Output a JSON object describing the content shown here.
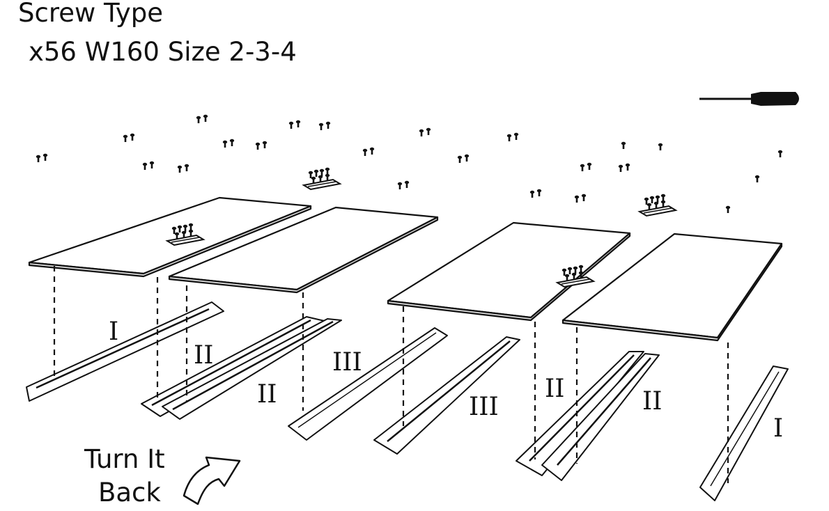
{
  "header": {
    "title": "Screw Type",
    "subtitle": "x56 W160 Size 2-3-4"
  },
  "labels": {
    "rail_1_left": "I",
    "rail_2a": "II",
    "rail_2b": "II",
    "rail_3a": "III",
    "rail_3b": "III",
    "rail_4a": "II",
    "rail_4b": "II",
    "rail_1_right": "I"
  },
  "instruction": {
    "line1": "Turn It",
    "line2": "Back"
  },
  "icons": {
    "tool": "screwdriver-icon",
    "arrow": "curved-arrow-icon",
    "fastener": "screw-icon",
    "bracket": "hinge-bracket-icon"
  }
}
